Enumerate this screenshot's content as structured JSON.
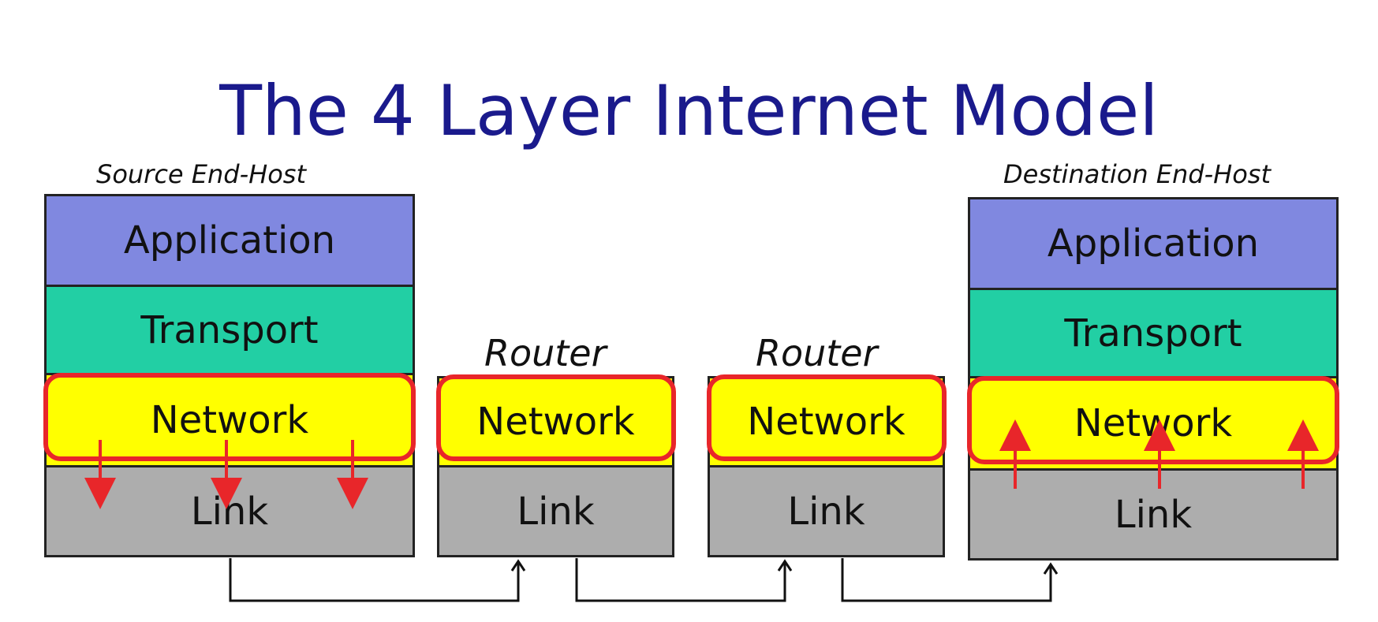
{
  "title": "The 4 Layer Internet Model",
  "source_host": {
    "caption": "Source End-Host",
    "layers": [
      "Application",
      "Transport",
      "Network",
      "Link"
    ]
  },
  "router1": {
    "caption": "Router",
    "layers": [
      "Network",
      "Link"
    ]
  },
  "router2": {
    "caption": "Router",
    "layers": [
      "Network",
      "Link"
    ]
  },
  "destination_host": {
    "caption": "Destination End-Host",
    "layers": [
      "Application",
      "Transport",
      "Network",
      "Link"
    ]
  },
  "colors": {
    "title": "#1a1a8c",
    "application": "#8088e0",
    "transport": "#22cfa4",
    "network": "#ffff00",
    "link": "#adadad",
    "highlight": "#e8262a",
    "connector": "#111111"
  },
  "icons": [
    "arrow-down-icon",
    "arrow-up-icon",
    "connector-arrow-icon"
  ]
}
